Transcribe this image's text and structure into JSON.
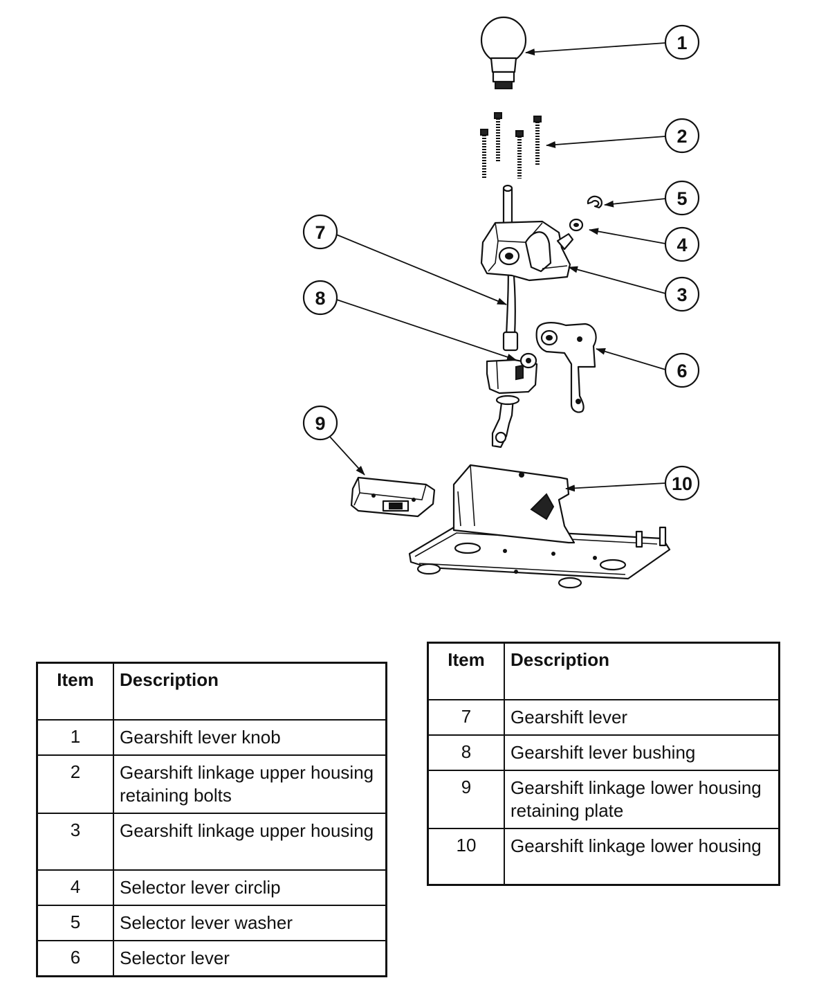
{
  "callouts": {
    "c1": "1",
    "c2": "2",
    "c3": "3",
    "c4": "4",
    "c5": "5",
    "c6": "6",
    "c7": "7",
    "c8": "8",
    "c9": "9",
    "c10": "10"
  },
  "legend_left": {
    "header_item": "Item",
    "header_desc": "Description",
    "rows": [
      {
        "item": "1",
        "desc": "Gearshift lever knob"
      },
      {
        "item": "2",
        "desc": "Gearshift linkage upper housing retaining bolts"
      },
      {
        "item": "3",
        "desc": "Gearshift linkage upper housing"
      },
      {
        "item": "4",
        "desc": "Selector lever circlip"
      },
      {
        "item": "5",
        "desc": "Selector lever washer"
      },
      {
        "item": "6",
        "desc": "Selector lever"
      }
    ]
  },
  "legend_right": {
    "header_item": "Item",
    "header_desc": "Description",
    "rows": [
      {
        "item": "7",
        "desc": "Gearshift lever"
      },
      {
        "item": "8",
        "desc": "Gearshift lever bushing"
      },
      {
        "item": "9",
        "desc": "Gearshift linkage lower housing retaining plate"
      },
      {
        "item": "10",
        "desc": "Gearshift linkage lower housing"
      }
    ]
  }
}
